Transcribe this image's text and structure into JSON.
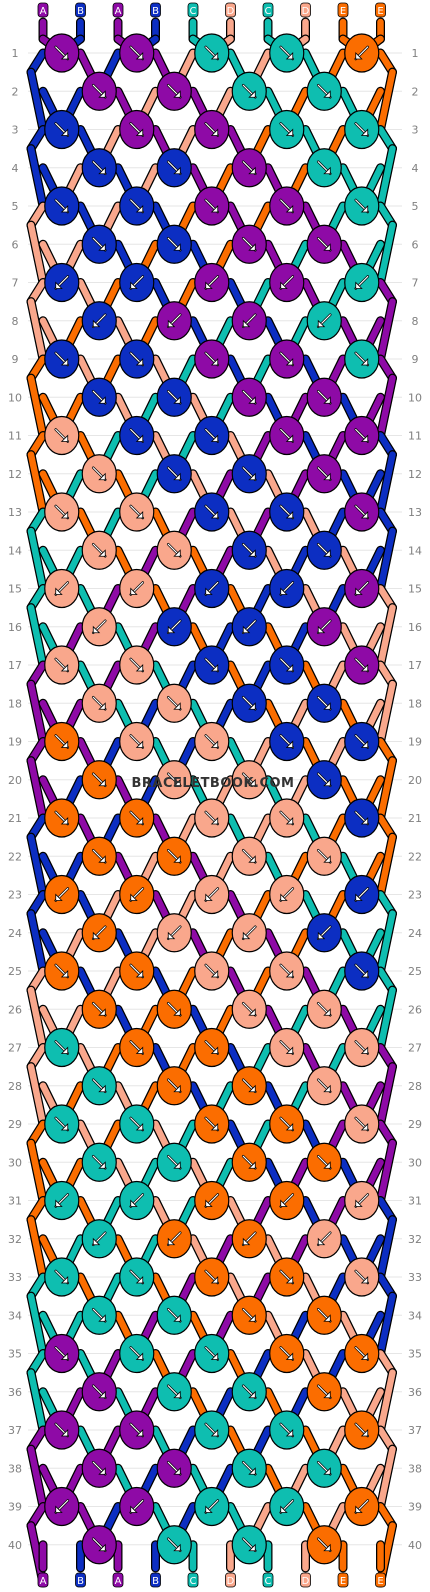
{
  "colors": {
    "A": "#8e0aa6",
    "B": "#0c2ec2",
    "C": "#0ebeb0",
    "D": "#f9a78c",
    "E": "#fb6d00"
  },
  "strings_top": [
    "A",
    "B",
    "A",
    "B",
    "C",
    "D",
    "C",
    "D",
    "E",
    "E"
  ],
  "strings_bottom": [
    "A",
    "B",
    "A",
    "B",
    "C",
    "D",
    "C",
    "D",
    "E",
    "E"
  ],
  "row_numbers": [
    "1",
    "2",
    "3",
    "4",
    "5",
    "6",
    "7",
    "8",
    "9",
    "10",
    "11",
    "12",
    "13",
    "14",
    "15",
    "16",
    "17",
    "18",
    "19",
    "20",
    "21",
    "22",
    "23",
    "24",
    "25",
    "26",
    "27",
    "28",
    "29",
    "30",
    "31",
    "32",
    "33",
    "34",
    "35",
    "36",
    "37",
    "38",
    "39",
    "40"
  ],
  "watermark": "BRACELETBOOK.COM",
  "knots": [
    [
      "A:r",
      "A:r",
      "C:r",
      "C:r",
      "E:l"
    ],
    [
      "A:r",
      "A:r",
      "C:r",
      "C:r"
    ],
    [
      "B:r",
      "A:r",
      "A:r",
      "C:r",
      "C:r"
    ],
    [
      "B:r",
      "B:r",
      "A:r",
      "C:r"
    ],
    [
      "B:r",
      "B:r",
      "A:r",
      "A:r",
      "C:r"
    ],
    [
      "B:r",
      "B:r",
      "A:r",
      "A:r"
    ],
    [
      "B:l",
      "B:l",
      "A:l",
      "A:l",
      "C:l"
    ],
    [
      "B:l",
      "A:l",
      "A:l",
      "C:l"
    ],
    [
      "B:r",
      "B:r",
      "A:r",
      "A:r",
      "C:r"
    ],
    [
      "B:r",
      "B:r",
      "A:r",
      "A:r"
    ],
    [
      "D:r",
      "B:r",
      "B:r",
      "A:r",
      "A:r"
    ],
    [
      "D:r",
      "B:r",
      "B:r",
      "A:r"
    ],
    [
      "D:r",
      "D:r",
      "B:r",
      "B:r",
      "A:r"
    ],
    [
      "D:r",
      "D:r",
      "B:r",
      "B:r"
    ],
    [
      "D:l",
      "D:l",
      "B:l",
      "B:l",
      "A:l"
    ],
    [
      "D:l",
      "B:l",
      "B:l",
      "A:l"
    ],
    [
      "D:r",
      "D:r",
      "B:r",
      "B:r",
      "A:r"
    ],
    [
      "D:r",
      "D:r",
      "B:r",
      "B:r"
    ],
    [
      "E:r",
      "D:r",
      "D:r",
      "B:r",
      "B:r"
    ],
    [
      "E:r",
      "D:r",
      "D:r",
      "B:r"
    ],
    [
      "E:r",
      "E:r",
      "D:r",
      "D:r",
      "B:r"
    ],
    [
      "E:r",
      "E:r",
      "D:r",
      "D:r"
    ],
    [
      "E:l",
      "E:l",
      "D:l",
      "D:l",
      "B:l"
    ],
    [
      "E:l",
      "D:l",
      "D:l",
      "B:l"
    ],
    [
      "E:r",
      "E:r",
      "D:r",
      "D:r",
      "B:r"
    ],
    [
      "E:r",
      "E:r",
      "D:r",
      "D:r"
    ],
    [
      "C:r",
      "E:r",
      "E:r",
      "D:r",
      "D:r"
    ],
    [
      "C:r",
      "E:r",
      "E:r",
      "D:r"
    ],
    [
      "C:r",
      "C:r",
      "E:r",
      "E:r",
      "D:r"
    ],
    [
      "C:r",
      "C:r",
      "E:r",
      "E:r"
    ],
    [
      "C:l",
      "C:l",
      "E:l",
      "E:l",
      "D:l"
    ],
    [
      "C:l",
      "E:l",
      "E:l",
      "D:l"
    ],
    [
      "C:r",
      "C:r",
      "E:r",
      "E:r",
      "D:r"
    ],
    [
      "C:r",
      "C:r",
      "E:r",
      "E:r"
    ],
    [
      "A:r",
      "C:r",
      "C:r",
      "E:r",
      "E:r"
    ],
    [
      "A:r",
      "C:r",
      "C:r",
      "E:r"
    ],
    [
      "A:r",
      "A:r",
      "C:r",
      "C:r",
      "E:r"
    ],
    [
      "A:r",
      "A:r",
      "C:r",
      "C:r"
    ],
    [
      "A:l",
      "A:l",
      "C:l",
      "C:l",
      "E:l"
    ],
    [
      "A:r",
      "C:r",
      "C:r",
      "E:r"
    ]
  ]
}
